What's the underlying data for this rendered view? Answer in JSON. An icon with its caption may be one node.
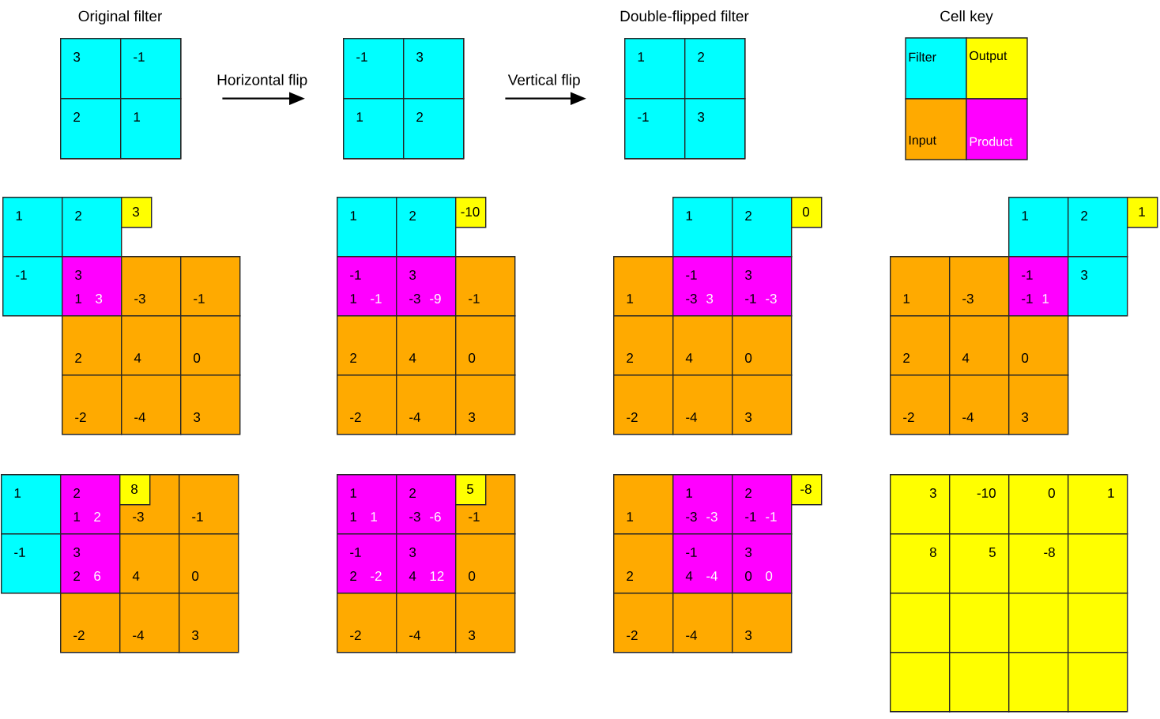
{
  "diagram": {
    "nodes": [
      {
        "text": [
          "Original filter"
        ]
      },
      {
        "text": [
          "3"
        ],
        "in": 0
      },
      {
        "text": [
          "-1"
        ],
        "in": 0
      },
      {
        "text": [
          "2"
        ],
        "in": 0
      },
      {
        "text": [
          "1"
        ],
        "in": 0
      },
      {
        "text": [],
        "shape": "box"
      },
      {
        "text": [
          "-1"
        ],
        "in": 5
      },
      {
        "text": [
          "3"
        ],
        "in": 5
      },
      {
        "text": [
          "1"
        ],
        "in": 5
      },
      {
        "text": [
          "2"
        ],
        "in": 5
      },
      {
        "text": [
          "Double-flipped filter"
        ]
      },
      {
        "text": [
          "1"
        ],
        "in": 10
      },
      {
        "text": [
          "2"
        ],
        "in": 10
      },
      {
        "text": [
          "-1"
        ],
        "in": 10
      },
      {
        "text": [
          "3"
        ],
        "in": 10
      },
      {
        "text": [
          "1"
        ]
      },
      {
        "text": [
          "2"
        ]
      },
      {
        "text": [
          "-1"
        ]
      },
      {
        "text": [
          "3",
          "1",
          "3"
        ]
      },
      {
        "text": [
          "-3"
        ]
      },
      {
        "text": [
          "-1"
        ]
      },
      {
        "text": [
          "2"
        ]
      },
      {
        "text": [
          "4"
        ]
      },
      {
        "text": [
          "0"
        ]
      },
      {
        "text": [
          "-2"
        ]
      },
      {
        "text": [
          "-4"
        ]
      },
      {
        "text": [
          "3"
        ]
      },
      {
        "text": [
          "3"
        ]
      },
      {
        "text": [
          "1"
        ]
      },
      {
        "text": [
          "2"
        ]
      },
      {
        "text": [
          "-1",
          "1",
          "-1"
        ]
      },
      {
        "text": [
          "3",
          "-3",
          "-9"
        ]
      },
      {
        "text": [
          "-1"
        ]
      },
      {
        "text": [
          "2"
        ]
      },
      {
        "text": [
          "4"
        ]
      },
      {
        "text": [
          "0"
        ]
      },
      {
        "text": [
          "-2"
        ]
      },
      {
        "text": [
          "-4"
        ]
      },
      {
        "text": [
          "3"
        ]
      },
      {
        "text": [
          "-10"
        ]
      },
      {
        "text": [
          "1"
        ]
      },
      {
        "text": [
          "2"
        ]
      },
      {
        "text": [
          "1"
        ]
      },
      {
        "text": [
          "-1",
          "-3",
          "3"
        ]
      },
      {
        "text": [
          "3",
          "-1",
          "-3"
        ]
      },
      {
        "text": [
          "2"
        ]
      },
      {
        "text": [
          "4"
        ]
      },
      {
        "text": [
          "0"
        ]
      },
      {
        "text": [
          "-2"
        ]
      },
      {
        "text": [
          "-4"
        ]
      },
      {
        "text": [
          "3"
        ]
      },
      {
        "text": [
          "0"
        ]
      },
      {
        "text": [
          "1"
        ]
      },
      {
        "text": [
          "2"
        ]
      },
      {
        "text": [
          "1"
        ]
      },
      {
        "text": [
          "-3"
        ]
      },
      {
        "text": [
          "-1",
          "-1",
          "1"
        ]
      },
      {
        "text": [
          "3"
        ]
      },
      {
        "text": [
          "2"
        ]
      },
      {
        "text": [
          "4"
        ]
      },
      {
        "text": [
          "0"
        ]
      },
      {
        "text": [
          "-2"
        ]
      },
      {
        "text": [
          "-4"
        ]
      },
      {
        "text": [
          "3"
        ]
      },
      {
        "text": [
          "1"
        ]
      },
      {
        "text": [
          "1"
        ]
      },
      {
        "text": [
          "2",
          "1",
          "2"
        ]
      },
      {
        "text": [
          "-3"
        ]
      },
      {
        "text": [
          "-1"
        ]
      },
      {
        "text": [
          "-1"
        ]
      },
      {
        "text": [
          "3",
          "2",
          "6"
        ]
      },
      {
        "text": [
          "4"
        ]
      },
      {
        "text": [
          "0"
        ]
      },
      {
        "text": [
          "-2"
        ]
      },
      {
        "text": [
          "-4"
        ]
      },
      {
        "text": [
          "3"
        ]
      },
      {
        "text": [
          "8"
        ],
        "in": 67
      },
      {
        "text": [
          "1",
          "1",
          "1"
        ]
      },
      {
        "text": [
          "2",
          "-3",
          "-6"
        ]
      },
      {
        "text": [
          "-1"
        ]
      },
      {
        "text": [
          "-1",
          "2",
          "-2"
        ]
      },
      {
        "text": [
          "3",
          "4",
          "12"
        ]
      },
      {
        "text": [
          "0"
        ]
      },
      {
        "text": [
          "-2"
        ]
      },
      {
        "text": [
          "-4"
        ]
      },
      {
        "text": [
          "3"
        ]
      },
      {
        "text": [
          "5"
        ],
        "in": 79
      },
      {
        "text": [
          "1"
        ]
      },
      {
        "text": [
          "1",
          "-3",
          "-3"
        ]
      },
      {
        "text": [
          "2",
          "-1",
          "-1"
        ]
      },
      {
        "text": [
          "2"
        ]
      },
      {
        "text": [
          "-1",
          "4",
          "-4"
        ]
      },
      {
        "text": [
          "3",
          "0",
          "0"
        ]
      },
      {
        "text": [
          "-2"
        ]
      },
      {
        "text": [
          "-4"
        ]
      },
      {
        "text": [
          "3"
        ]
      },
      {
        "text": [
          "-8"
        ]
      },
      {
        "text": [
          "3"
        ]
      },
      {
        "text": [
          "-10"
        ]
      },
      {
        "text": [
          "0"
        ]
      },
      {
        "text": [
          "1"
        ]
      },
      {
        "text": [
          "8"
        ]
      },
      {
        "text": [
          "5"
        ]
      },
      {
        "text": [
          "-8"
        ]
      },
      {
        "text": [],
        "shape": "box"
      },
      {
        "text": [],
        "shape": "box"
      },
      {
        "text": [],
        "shape": "box"
      },
      {
        "text": [],
        "shape": "box"
      },
      {
        "text": [],
        "shape": "box"
      },
      {
        "text": [],
        "shape": "box"
      },
      {
        "text": [],
        "shape": "box"
      },
      {
        "text": [],
        "shape": "box"
      },
      {
        "text": [],
        "shape": "box"
      }
    ],
    "edges": [
      {
        "from": 0,
        "to": 5,
        "arrow": "to",
        "label": "Horizontal flip"
      },
      {
        "from": 5,
        "to": 10,
        "arrow": "to",
        "label": "Vertical flip"
      }
    ],
    "labels": [
      "Cell key"
    ],
    "legend": [
      {
        "text": "Filter",
        "color": "#00ffff"
      },
      {
        "text": "Output",
        "color": "#ffff00"
      },
      {
        "text": "Input",
        "color": "#ffaa00"
      },
      {
        "text": "Product",
        "color": "#ff00ff"
      }
    ]
  }
}
